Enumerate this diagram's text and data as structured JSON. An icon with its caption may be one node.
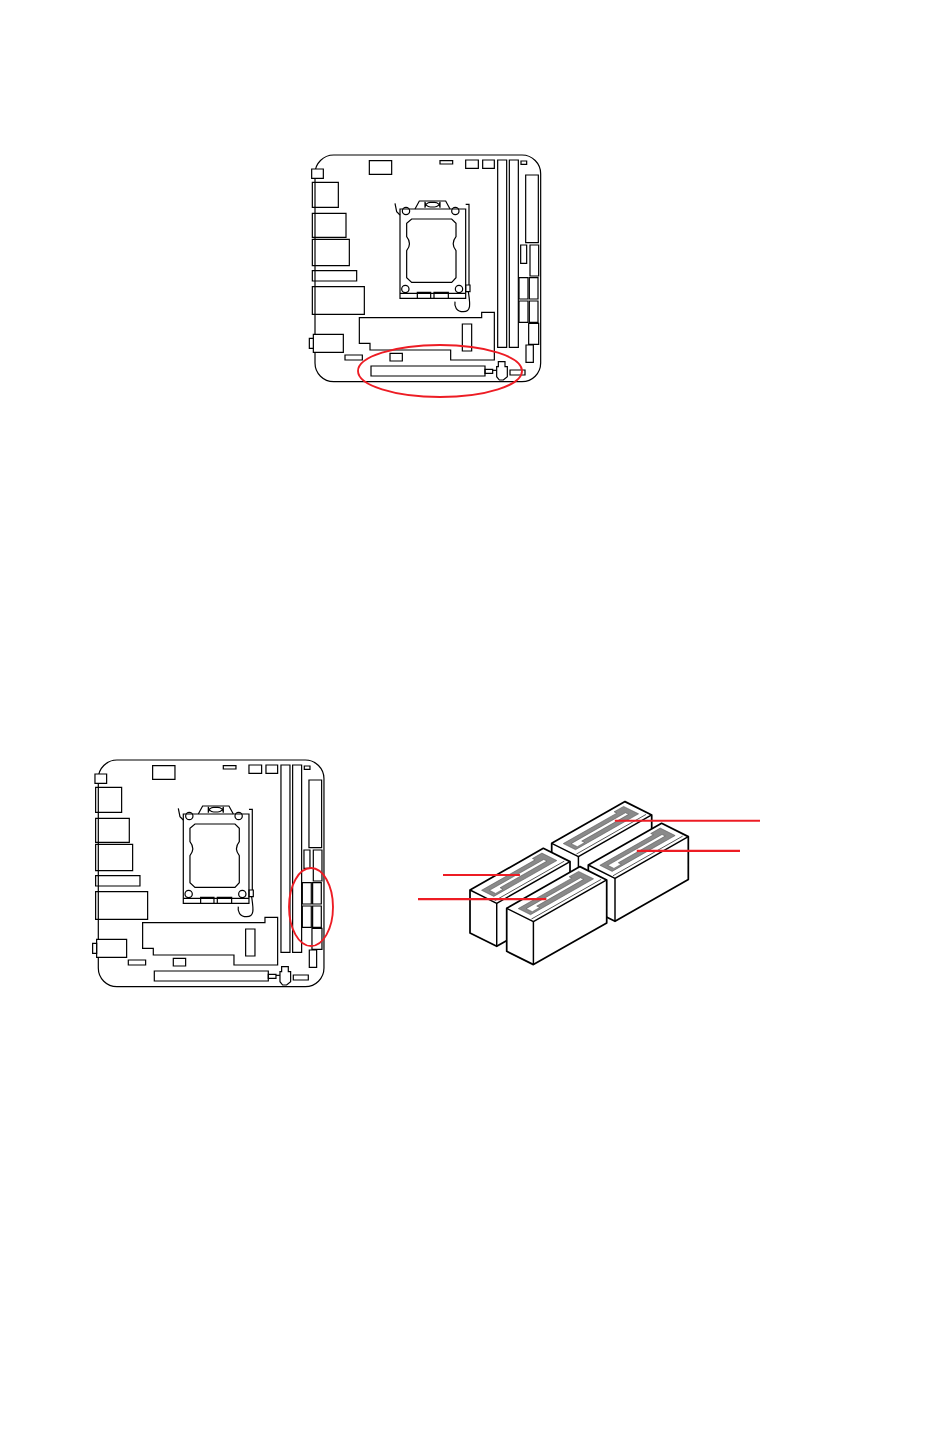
{
  "diagram": {
    "nodes": [
      {
        "text": [],
        "shape": "box"
      },
      {
        "text": [],
        "shape": "box"
      },
      {
        "text": [],
        "shape": "box"
      },
      {
        "text": [],
        "shape": "box"
      }
    ],
    "edges": [
      {
        "from": null,
        "to": 2,
        "arrow": "none"
      },
      {
        "from": null,
        "to": 3,
        "arrow": "none"
      },
      {
        "from": null,
        "to": 0,
        "arrow": "none"
      },
      {
        "from": null,
        "to": 1,
        "arrow": "none"
      }
    ]
  }
}
